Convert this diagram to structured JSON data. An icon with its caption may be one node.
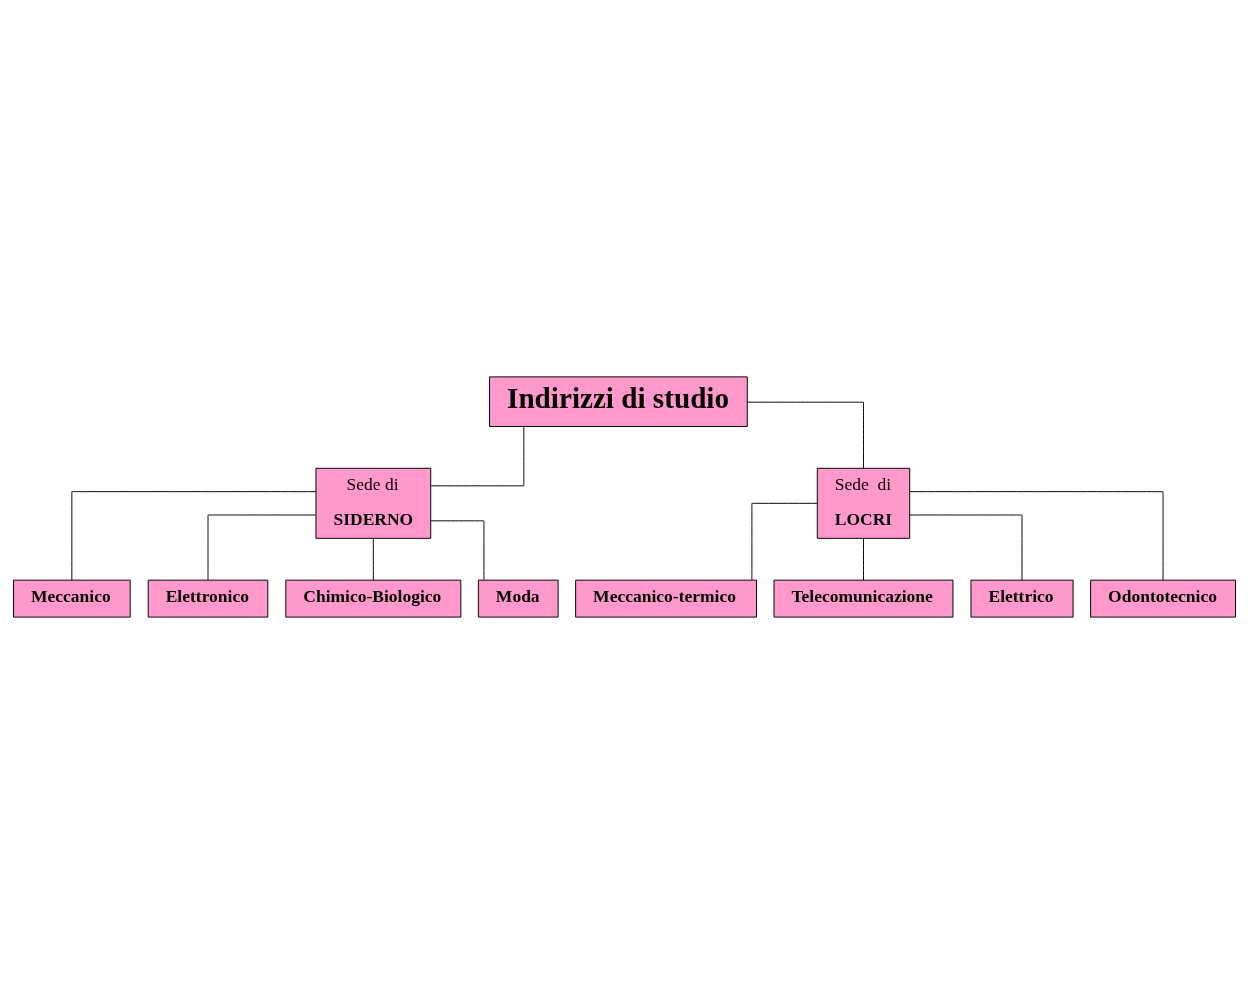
{
  "diagram": {
    "nodes": [
      {
        "text": [
          "Indirizzi di studio"
        ]
      },
      {
        "text": [
          "Sede di",
          "SIDERNO"
        ]
      },
      {
        "text": [
          "Sede  di",
          "LOCRI"
        ]
      },
      {
        "text": [
          "Meccanico"
        ]
      },
      {
        "text": [
          "Elettronico"
        ]
      },
      {
        "text": [
          "Chimico-Biologico"
        ]
      },
      {
        "text": [
          "Moda"
        ]
      },
      {
        "text": [
          "Meccanico-termico"
        ]
      },
      {
        "text": [
          "Telecomunicazione"
        ]
      },
      {
        "text": [
          "Elettrico"
        ]
      },
      {
        "text": [
          "Odontotecnico"
        ]
      }
    ],
    "edges": [
      {
        "from": 0,
        "to": 1,
        "arrow": "none"
      },
      {
        "from": 0,
        "to": 2,
        "arrow": "none"
      },
      {
        "from": 1,
        "to": 3,
        "arrow": "none"
      },
      {
        "from": 1,
        "to": 4,
        "arrow": "none"
      },
      {
        "from": 1,
        "to": 5,
        "arrow": "none"
      },
      {
        "from": 1,
        "to": 6,
        "arrow": "none"
      },
      {
        "from": 2,
        "to": 7,
        "arrow": "none"
      },
      {
        "from": 2,
        "to": 8,
        "arrow": "none"
      },
      {
        "from": 2,
        "to": 9,
        "arrow": "none"
      },
      {
        "from": 2,
        "to": 10,
        "arrow": "none"
      }
    ]
  }
}
